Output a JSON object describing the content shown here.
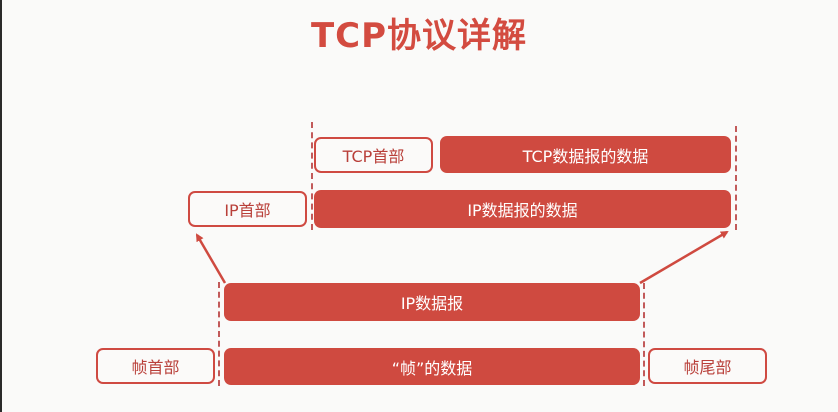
{
  "title": "TCP协议详解",
  "diagram": {
    "tcp_layer": {
      "header": "TCP首部",
      "data": "TCP数据报的数据"
    },
    "ip_layer": {
      "header": "IP首部",
      "data": "IP数据报的数据"
    },
    "ip_datagram": "IP数据报",
    "frame_layer": {
      "header": "帧首部",
      "data": "“帧”的数据",
      "trailer": "帧尾部"
    }
  },
  "colors": {
    "accent": "#cf4a40",
    "background": "#fafaf9",
    "dashed_line": "#c25a5a"
  }
}
